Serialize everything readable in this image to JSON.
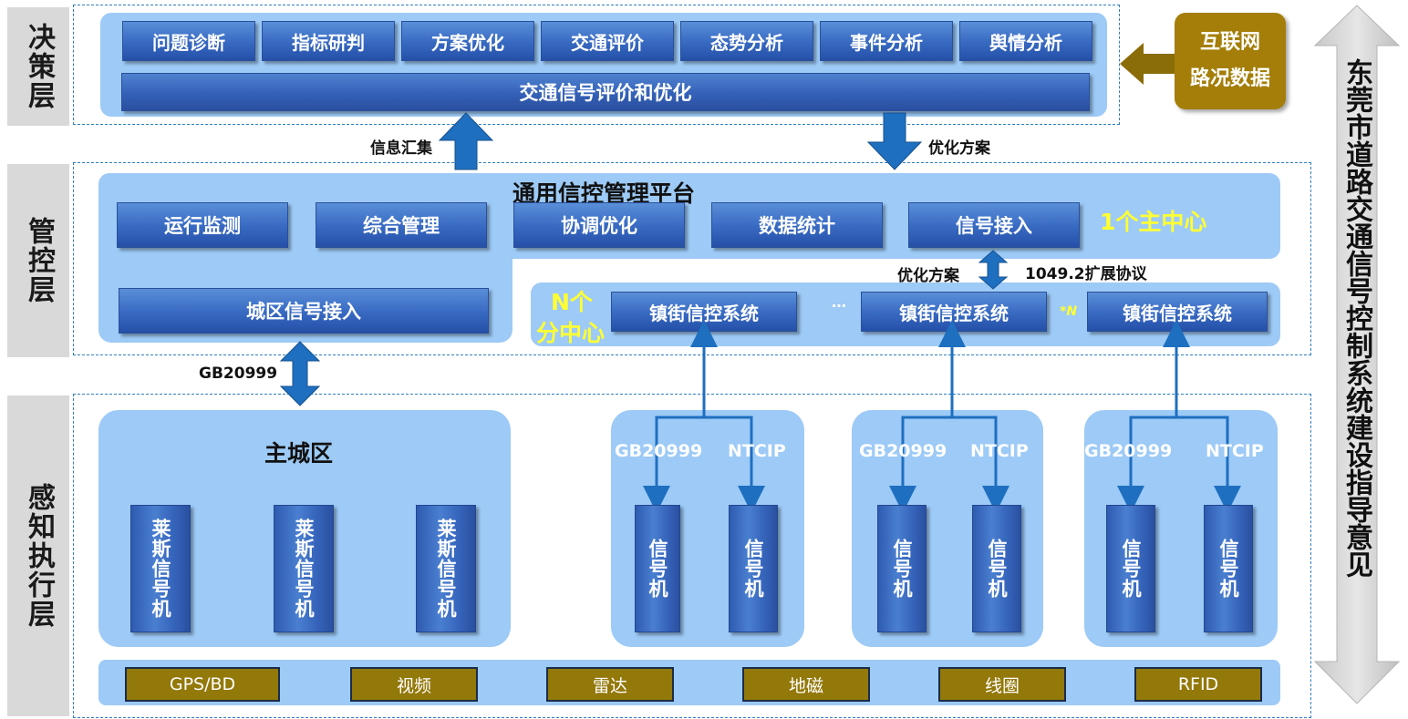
{
  "layers": {
    "decision": "决策层",
    "control": "管控层",
    "perception": "感知执行层"
  },
  "decision_modules": [
    "问题诊断",
    "指标研判",
    "方案优化",
    "交通评价",
    "态势分析",
    "事件分析",
    "舆情分析"
  ],
  "decision_bar": "交通信号评价和优化",
  "internet_box": [
    "互联网",
    "路况数据"
  ],
  "side_title": "东莞市道路交通信号控制系统建设指导意见",
  "arrows": {
    "info_collect": "信息汇集",
    "optimize_plan_down": "优化方案",
    "optimize_plan_mid": "优化方案",
    "protocol": "1049.2扩展协议",
    "gb_left": "GB20999"
  },
  "platform": {
    "title": "通用信控管理平台",
    "modules": [
      "运行监测",
      "综合管理",
      "协调优化",
      "数据统计",
      "信号接入"
    ],
    "main_center": "1个主中心",
    "city_access": "城区信号接入"
  },
  "sub_centers": {
    "label_line1": "N个",
    "label_line2": "分中心",
    "systems": [
      "镇街信控系统",
      "镇街信控系统",
      "镇街信控系统"
    ],
    "ellipsis": "…",
    "times_n": "*N"
  },
  "main_city": {
    "title": "主城区",
    "signals": [
      "莱斯信号机",
      "莱斯信号机",
      "莱斯信号机"
    ]
  },
  "town_groups": [
    {
      "protocols": [
        "GB20999",
        "NTCIP"
      ],
      "signals": [
        "信号机",
        "信号机"
      ]
    },
    {
      "protocols": [
        "GB20999",
        "NTCIP"
      ],
      "signals": [
        "信号机",
        "信号机"
      ]
    },
    {
      "protocols": [
        "GB20999",
        "NTCIP"
      ],
      "signals": [
        "信号机",
        "信号机"
      ]
    }
  ],
  "sensors": [
    "GPS/BD",
    "视频",
    "雷达",
    "地磁",
    "线圈",
    "RFID"
  ],
  "colors": {
    "panel": "#9dcaf6",
    "button": "#3a6cc4",
    "gold": "#93780a",
    "highlight": "#ffff33",
    "arrow": "#1f6fc0",
    "gray": "#d9d9d9"
  }
}
